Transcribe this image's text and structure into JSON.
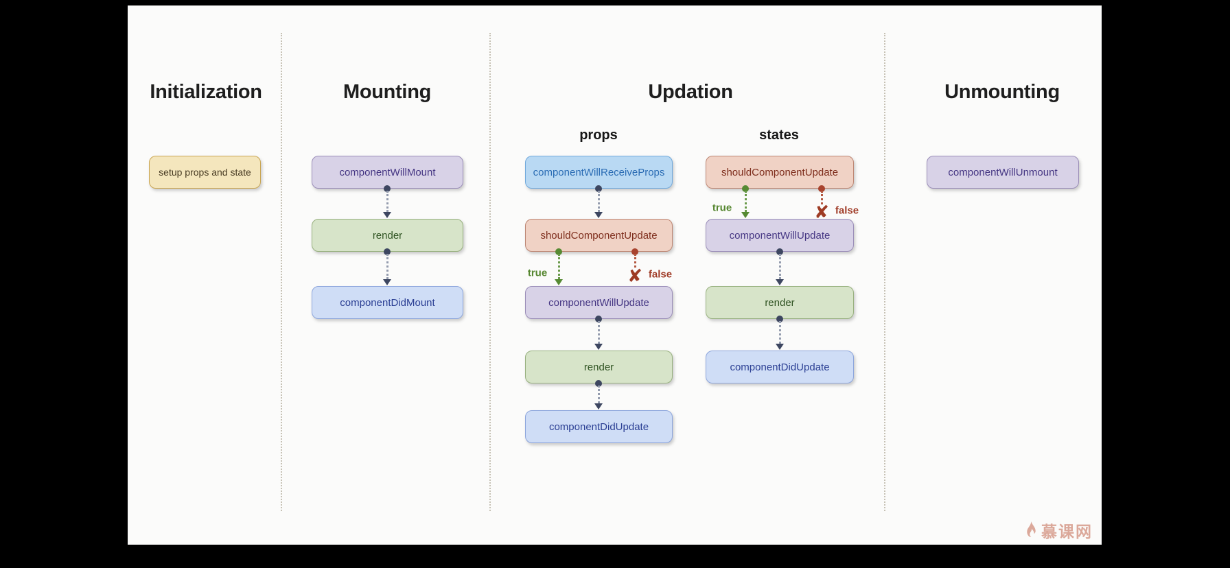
{
  "page": {
    "background": "#000000"
  },
  "slide": {
    "background": "#fbfbfa"
  },
  "diagram": {
    "phases": {
      "initialization": "Initialization",
      "mounting": "Mounting",
      "updation": "Updation",
      "unmounting": "Unmounting"
    },
    "subcolumns": {
      "props": "props",
      "states": "states"
    },
    "nodes": {
      "setup": "setup props and state",
      "component_will_mount": "componentWillMount",
      "mounting_render": "render",
      "component_did_mount": "componentDidMount",
      "component_will_receive_props": "componentWillReceiveProps",
      "props_should_component_update": "shouldComponentUpdate",
      "props_component_will_update": "componentWillUpdate",
      "props_render": "render",
      "props_component_did_update": "componentDidUpdate",
      "states_should_component_update": "shouldComponentUpdate",
      "states_component_will_update": "componentWillUpdate",
      "states_render": "render",
      "states_component_did_update": "componentDidUpdate",
      "component_will_unmount": "componentWillUnmount"
    },
    "branches": {
      "true": "true",
      "false": "false"
    },
    "colors": {
      "yellow_fill": "#f4e6bd",
      "yellow_border": "#c9a552",
      "lavender_fill": "#d8d2e7",
      "lavender_border": "#9a8db8",
      "green_fill": "#d7e4c9",
      "green_border": "#97b07e",
      "blue_fill": "#cfddf6",
      "blue_border": "#8ca5dc",
      "sky_fill": "#b9d9f3",
      "sky_border": "#70a9dc",
      "salmon_fill": "#f0d2c5",
      "salmon_border": "#bd8673",
      "arrow_navy": "#3d4660",
      "true_green": "#55862f",
      "false_red": "#a03c28"
    }
  },
  "watermark": {
    "text": "慕课网"
  }
}
